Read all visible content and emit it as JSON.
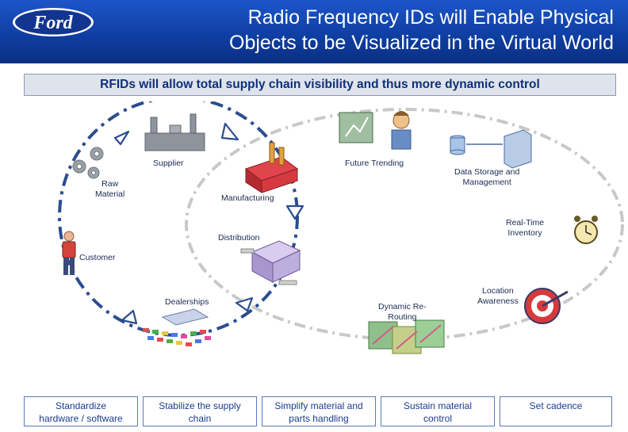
{
  "header": {
    "logo_text": "Ford",
    "title_line1": "Radio Frequency IDs will Enable Physical",
    "title_line2": "Objects to be Visualized in the Virtual World",
    "background": "#1546b0"
  },
  "subtitle": "RFIDs will allow total supply chain visibility and thus more dynamic control",
  "cycle_labels": {
    "raw_material_1": "Raw",
    "raw_material_2": "Material",
    "supplier": "Supplier",
    "manufacturing": "Manufacturing",
    "distribution": "Distribution",
    "dealerships": "Dealerships",
    "customer": "Customer"
  },
  "capability_labels": {
    "future_trending": "Future Trending",
    "data_storage_1": "Data Storage and",
    "data_storage_2": "Management",
    "real_time_1": "Real-Time",
    "real_time_2": "Inventory",
    "location_1": "Location",
    "location_2": "Awareness",
    "rerouting_1": "Dynamic Re-",
    "rerouting_2": "Routing"
  },
  "goals": [
    {
      "line1": "Standardize",
      "line2": "hardware / software"
    },
    {
      "line1": "Stabilize the supply",
      "line2": "chain"
    },
    {
      "line1": "Simplify material and",
      "line2": "parts handling"
    },
    {
      "line1": "Sustain material",
      "line2": "control"
    },
    {
      "line1": "Set cadence",
      "line2": ""
    }
  ],
  "colors": {
    "cycle_line": "#2b4d8f",
    "ellipse_line": "#c8c8c8",
    "goal_border": "#5a7bb8",
    "goal_text": "#1b3b8c"
  }
}
